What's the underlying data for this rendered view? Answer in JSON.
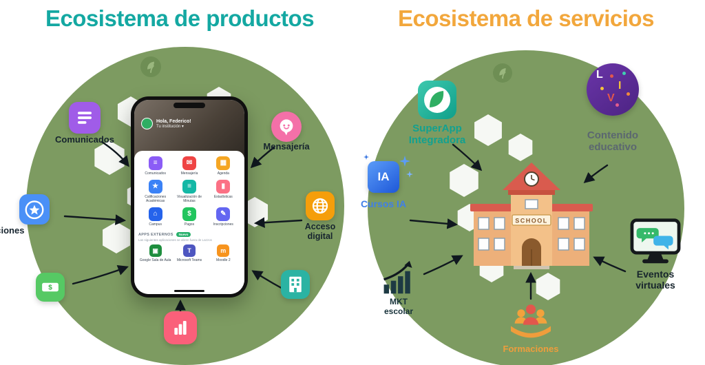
{
  "colors": {
    "circle_green": "#7d9b61",
    "title_products": "#14a8a2",
    "title_services": "#f2a73c",
    "arrow": "#10181f"
  },
  "titles": {
    "products": "Ecosistema de productos",
    "services": "Ecosistema de servicios"
  },
  "products": {
    "satellites": {
      "comunicados": {
        "label": "Comunicados",
        "color": "#a05ce8"
      },
      "mensajeria": {
        "label": "Mensajería",
        "color": "#f470a8"
      },
      "calificaciones": {
        "label": "Calificaciones",
        "color": "#4a90f7"
      },
      "acceso": {
        "label": "Acceso digital",
        "color": "#f59e0b"
      },
      "pagos": {
        "color": "#56c964"
      },
      "campus": {
        "color": "#2bb3a3"
      },
      "estadisticas": {
        "color": "#fa607a"
      }
    },
    "phone": {
      "greeting": "Hola, Federico!",
      "institution_selector": "Tu institución",
      "apps": [
        {
          "label": "Comunicados",
          "color": "#8b5cf6",
          "glyph": "≡"
        },
        {
          "label": "Mensajería",
          "color": "#ef4444",
          "glyph": "✉"
        },
        {
          "label": "Agenda",
          "color": "#f5a623",
          "glyph": "▦"
        },
        {
          "label": "Calificaciones Académicas",
          "color": "#3b82f6",
          "glyph": "★"
        },
        {
          "label": "Visualización de Minutas",
          "color": "#14b8a6",
          "glyph": "≡"
        },
        {
          "label": "Estadísticas",
          "color": "#fb7185",
          "glyph": "▮"
        },
        {
          "label": "Campus",
          "color": "#2563eb",
          "glyph": "⌂"
        },
        {
          "label": "Pagos",
          "color": "#22c55e",
          "glyph": "$"
        },
        {
          "label": "Inscripciones",
          "color": "#6366f1",
          "glyph": "✎"
        }
      ],
      "external": {
        "title": "APPS EXTERNOS",
        "badge": "Nuevo",
        "note": "Las siguientes aplicaciones se abren fuera de Lazzos",
        "apps": [
          {
            "label": "Google Sala de Aula",
            "color": "#1e8e3e",
            "glyph": "▣"
          },
          {
            "label": "Microsoft Teams",
            "color": "#4e56c0",
            "glyph": "T"
          },
          {
            "label": "Moodle 2",
            "color": "#f7941e",
            "glyph": "m"
          }
        ]
      }
    }
  },
  "services": {
    "superapp": {
      "label": "SuperApp Integradora",
      "color": "#12a190"
    },
    "contenido": {
      "label": "Contenido educativo",
      "color": "#5b6770",
      "letters": [
        "L",
        "I",
        "V"
      ]
    },
    "cursos": {
      "label": "Cursos IA",
      "badge": "IA",
      "color": "#3f7fe8"
    },
    "mkt": {
      "label": "MKT escolar",
      "color": "#17323a"
    },
    "formaciones": {
      "label": "Formaciones",
      "color": "#ef9d3c"
    },
    "eventos": {
      "label": "Eventos virtuales",
      "color": "#16242c"
    },
    "school": {
      "sign": "SCHOOL"
    }
  }
}
